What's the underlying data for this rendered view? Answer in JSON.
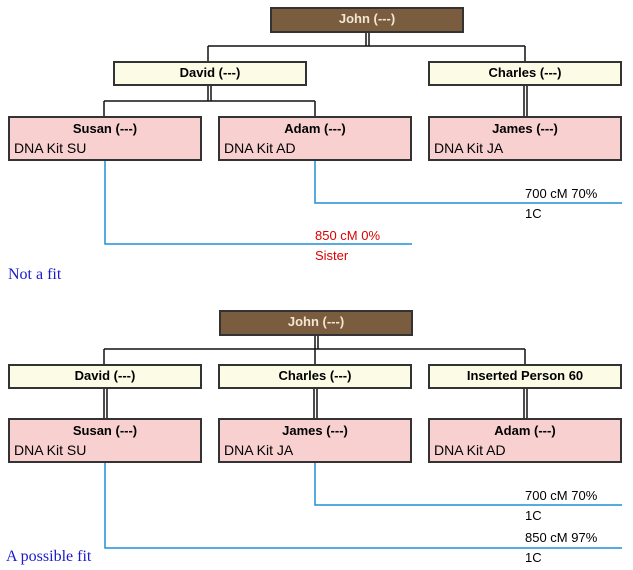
{
  "top_tree": {
    "root": "John (---)",
    "gen1": [
      "David (---)",
      "Charles (---)"
    ],
    "gen2": [
      {
        "name": "Susan (---)",
        "kit": "DNA Kit SU"
      },
      {
        "name": "Adam (---)",
        "kit": "DNA Kit AD"
      },
      {
        "name": "James (---)",
        "kit": "DNA Kit JA"
      }
    ],
    "match_a": {
      "cm": "700 cM 70%",
      "rel": "1C"
    },
    "match_b": {
      "cm": "850 cM 0%",
      "rel": "Sister"
    },
    "caption": "Not a fit"
  },
  "bottom_tree": {
    "root": "John (---)",
    "gen1": [
      "David (---)",
      "Charles (---)",
      "Inserted Person 60"
    ],
    "gen2": [
      {
        "name": "Susan (---)",
        "kit": "DNA Kit SU"
      },
      {
        "name": "James (---)",
        "kit": "DNA Kit JA"
      },
      {
        "name": "Adam (---)",
        "kit": "DNA Kit AD"
      }
    ],
    "match_a": {
      "cm": "700 cM 70%",
      "rel": "1C"
    },
    "match_b": {
      "cm": "850 cM 97%",
      "rel": "1C"
    },
    "caption": "A possible fit"
  },
  "colors": {
    "root_fill": "#7a5c3e",
    "gen_fill": "#fbfbe6",
    "kit_fill": "#f8d0d0",
    "match_line": "#1f8fd6",
    "mismatch_text": "#dd0000",
    "caption_text": "#1a1acc"
  }
}
